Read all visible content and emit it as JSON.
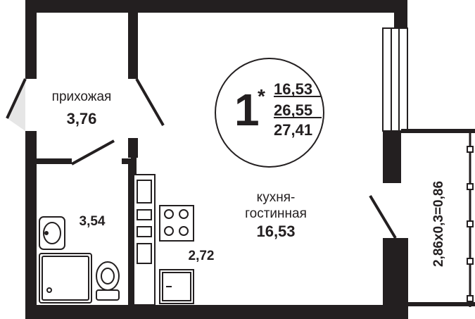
{
  "apartment": {
    "rooms_count": "1",
    "rooms_marker": "*",
    "living_area": "16,53",
    "total_area": "26,55",
    "total_area_with_balcony": "27,41"
  },
  "rooms": {
    "hallway": {
      "name": "прихожая",
      "area": "3,76"
    },
    "bathroom": {
      "area": "3,54"
    },
    "kitchen_zone": {
      "area": "2,72"
    },
    "kitchen_living": {
      "name_line1": "кухня-",
      "name_line2": "гостинная",
      "area": "16,53"
    },
    "balcony": {
      "area_formula": "2,86x0,3=0,86"
    }
  },
  "colors": {
    "wall": "#231f20",
    "background": "#ffffff",
    "door_swing": "#e6e6e6"
  }
}
